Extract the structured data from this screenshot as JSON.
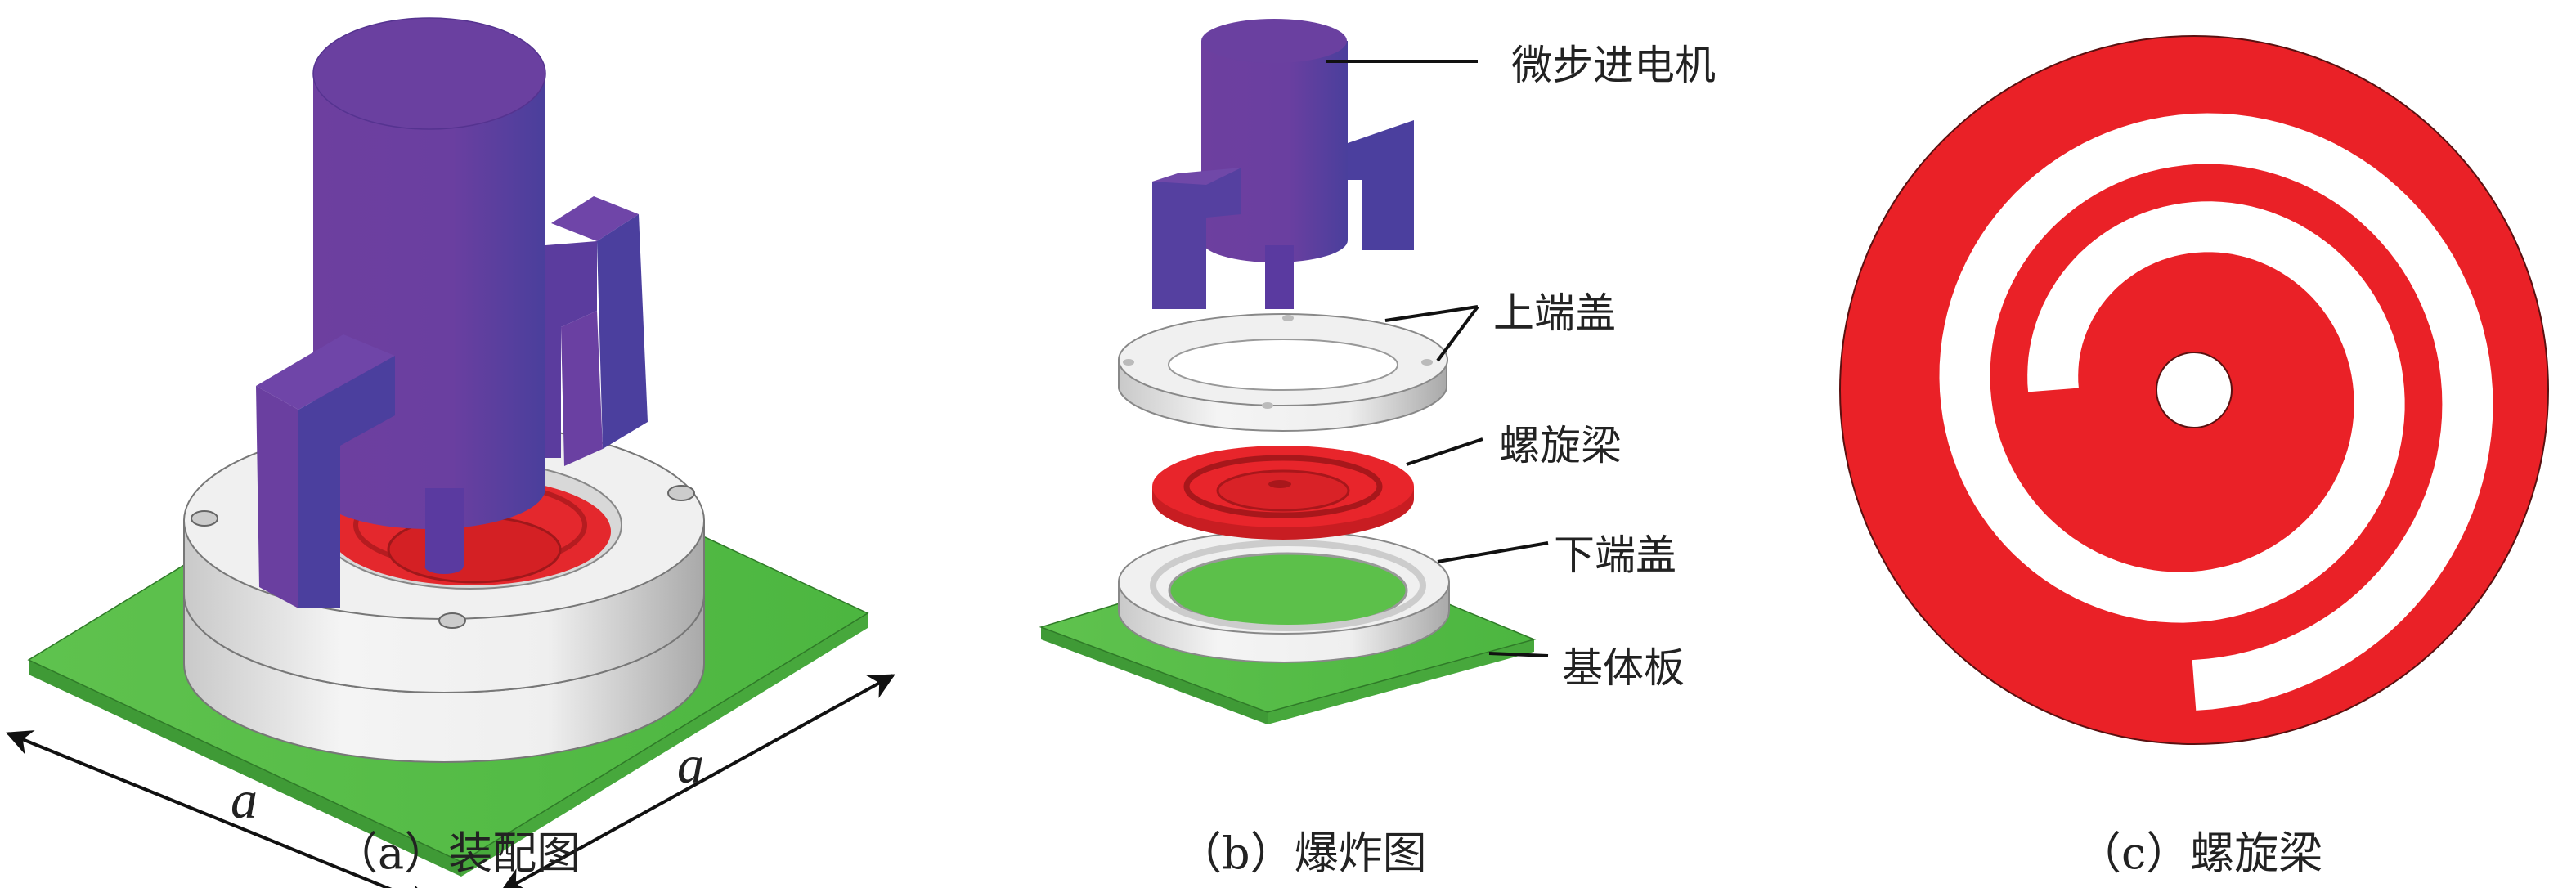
{
  "panels": {
    "assembly": {
      "caption": "（a）装配图",
      "dimension_labels": [
        "a",
        "a"
      ]
    },
    "exploded": {
      "caption": "（b）爆炸图",
      "labels": {
        "motor": "微步进电机",
        "upper_cap": "上端盖",
        "spiral_beam": "螺旋梁",
        "lower_cap": "下端盖",
        "base_plate": "基体板"
      }
    },
    "spiral": {
      "caption": "（c）螺旋梁"
    }
  },
  "colors": {
    "motor": "#6a3fa0",
    "spiral": "#ea2127",
    "base": "#5cc04a",
    "cap": "#eeeeee"
  }
}
